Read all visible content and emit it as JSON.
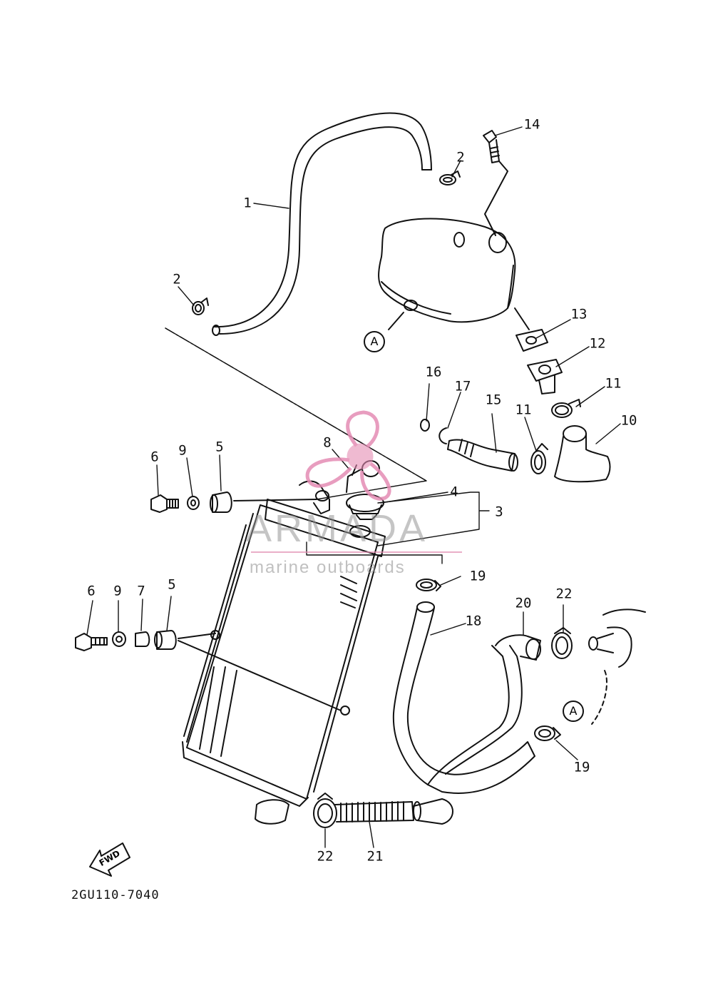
{
  "diagram_code": "2GU110-7040",
  "fwd_label": "FWD",
  "ref_marker": "A",
  "watermark": {
    "brand": "ARMADA",
    "tagline": "marine outboards",
    "accent": "#e58cb4"
  },
  "callouts": [
    "1",
    "2",
    "2",
    "3",
    "4",
    "5",
    "5",
    "6",
    "6",
    "7",
    "8",
    "9",
    "9",
    "10",
    "11",
    "11",
    "12",
    "13",
    "14",
    "15",
    "16",
    "17",
    "18",
    "19",
    "19",
    "20",
    "21",
    "22",
    "22"
  ],
  "colors": {
    "ink": "#111111",
    "paper": "#ffffff"
  }
}
